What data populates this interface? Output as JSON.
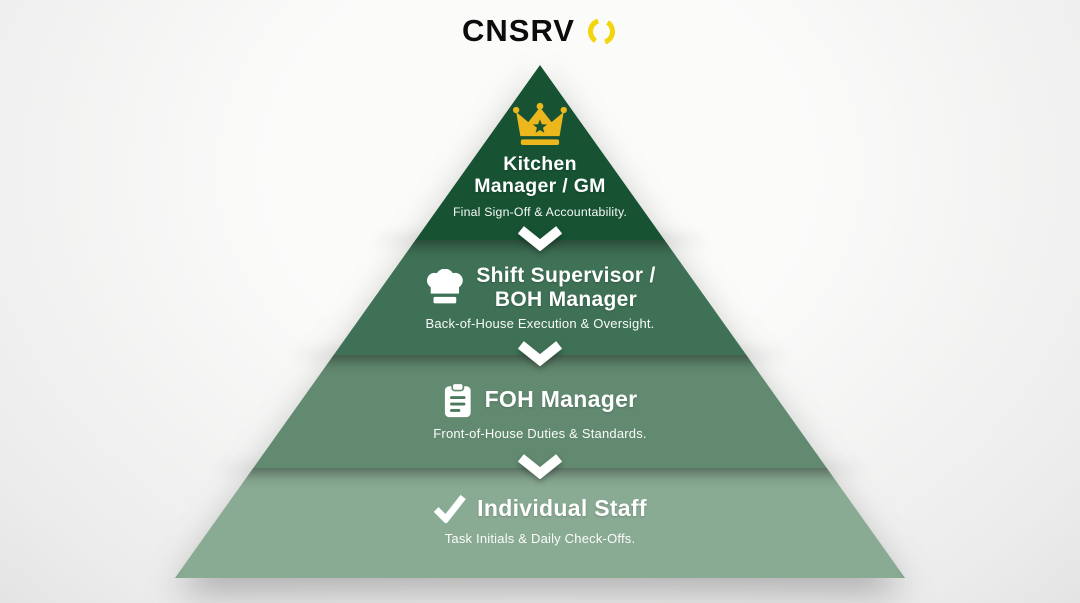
{
  "header": {
    "brand": "CNSRV",
    "logo": "broken-circle-icon",
    "logo_color": "#f2d50c"
  },
  "colors": {
    "background": "#f4f4f3",
    "chevron": "#ffffff",
    "crown_gold": "#ecb71c",
    "text": "#ffffff"
  },
  "pyramid": {
    "type": "hierarchy-pyramid",
    "separator_icon": "chevron-down-icon",
    "tiers": [
      {
        "icon": "crown-icon",
        "title_lines": [
          "Kitchen",
          "Manager / GM"
        ],
        "subtitle": "Final Sign-Off & Accountability.",
        "color": "#175233"
      },
      {
        "icon": "chef-hat-icon",
        "title_lines": [
          "Shift Supervisor /",
          "BOH Manager"
        ],
        "subtitle": "Back-of-House Execution & Oversight.",
        "color": "#3e7155"
      },
      {
        "icon": "clipboard-icon",
        "title_lines": [
          "FOH Manager"
        ],
        "subtitle": "Front-of-House Duties & Standards.",
        "color": "#628a70"
      },
      {
        "icon": "check-icon",
        "title_lines": [
          "Individual Staff"
        ],
        "subtitle": "Task Initials & Daily Check-Offs.",
        "color": "#89aa93"
      }
    ]
  }
}
